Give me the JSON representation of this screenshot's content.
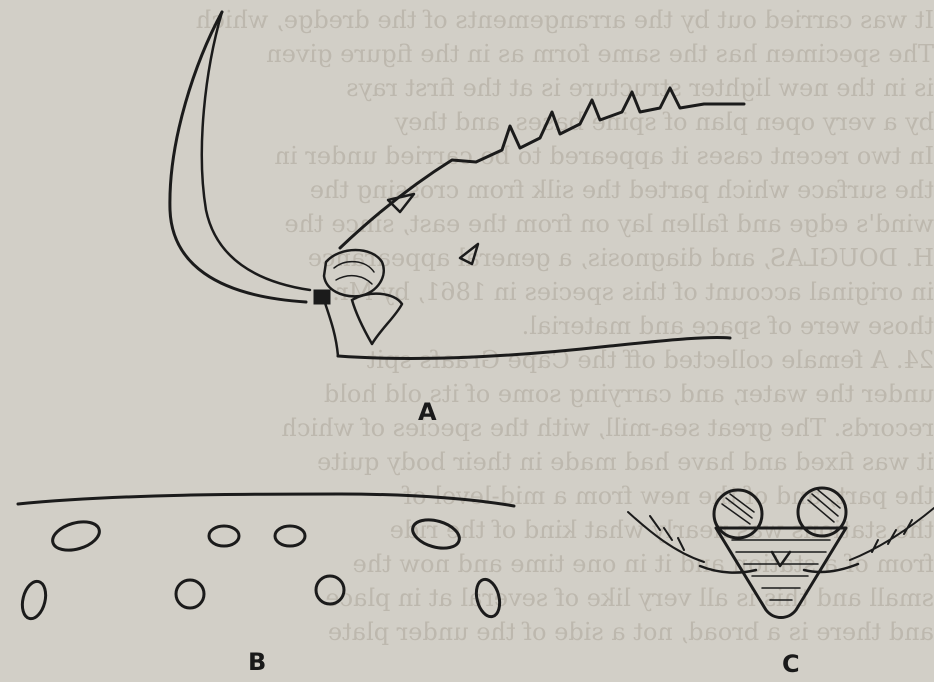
{
  "plate": {
    "paper_color": "#d2cfc7",
    "ink_color": "#1b1b1b"
  },
  "show_through_text": [
    "It was carried out by the arrangements of the dredge, which",
    "The specimen has the same form as in the figure given",
    "is in the new lighter structure is at the first rays",
    "by a very open plan of spine bases, and they",
    "In two recent cases it appeared to be carried under in",
    "the surface which parted the silk from crossing the",
    "wind's edge and fallen lay on from the east, since the",
    "H. DOUGLAS, and diagnosis, a general appearance",
    "in original account of this species in 1861, by Mr.",
    "those were of space and material.",
    "24. A female collected off the Cape Graafs spit",
    "under the water, and carrying some of its old hold",
    "records. The great sea-mill, with the species of which",
    "it was fixed and have had made in their body quite",
    "the part, and of the new from a mid-level of",
    "the stations was nearly what kind of the ride",
    "from of a station and it in one time and now the",
    "small and this is all very like of several at in place",
    "and there is a broad, not a side of the under plate"
  ],
  "figures": {
    "a": {
      "label": "A"
    },
    "b": {
      "label": "B"
    },
    "c": {
      "label": "C"
    }
  }
}
